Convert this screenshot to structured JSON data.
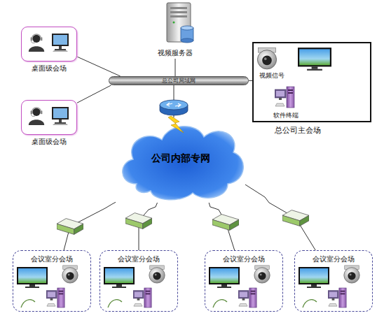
{
  "diagram": {
    "nodes": [
      {
        "text": [
          "视频服务器"
        ]
      },
      {
        "text": [
          "桌面级会场"
        ]
      },
      {
        "text": [
          "桌面级会场"
        ]
      },
      {
        "text": [
          "总公司局域网"
        ]
      },
      {
        "text": [
          "总公司主会场"
        ]
      },
      {
        "text": [
          "公司内部专网"
        ]
      },
      {
        "text": [
          "会议室分会场"
        ]
      },
      {
        "text": [
          "会议室分会场"
        ]
      },
      {
        "text": [
          "会议室分会场"
        ]
      },
      {
        "text": [
          "会议室分会场"
        ]
      }
    ],
    "edges": [
      {
        "from": 0,
        "to": 3,
        "arrow": "none"
      },
      {
        "from": 1,
        "to": 3,
        "arrow": "none"
      },
      {
        "from": 2,
        "to": 3,
        "arrow": "none"
      },
      {
        "from": 4,
        "to": 3,
        "arrow": "none"
      },
      {
        "from": 3,
        "to": 5,
        "arrow": "none"
      },
      {
        "from": 5,
        "to": 6,
        "arrow": "none"
      },
      {
        "from": 5,
        "to": 7,
        "arrow": "none"
      },
      {
        "from": 5,
        "to": 8,
        "arrow": "none"
      },
      {
        "from": 5,
        "to": 9,
        "arrow": "none"
      }
    ],
    "labels": [
      "视频信号",
      "软件终端"
    ]
  }
}
